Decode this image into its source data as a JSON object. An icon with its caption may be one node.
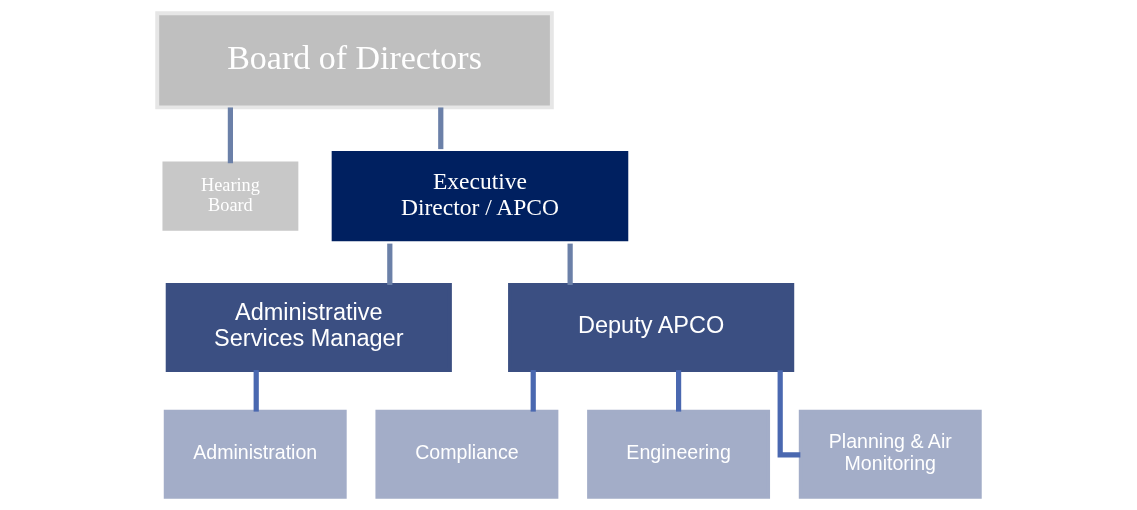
{
  "diagram": {
    "nodes": [
      {
        "text": [
          "Board of Directors"
        ]
      },
      {
        "text": [
          "Hearing Board"
        ]
      },
      {
        "text": [
          "Executive Director / APCO"
        ]
      },
      {
        "text": [
          "Administrative Services Manager"
        ]
      },
      {
        "text": [
          "Deputy APCO"
        ]
      },
      {
        "text": [
          "Administration"
        ]
      },
      {
        "text": [
          "Compliance"
        ]
      },
      {
        "text": [
          "Engineering"
        ]
      },
      {
        "text": [
          "Planning & Air Monitoring"
        ]
      }
    ],
    "edges": [
      {
        "from": 0,
        "to": 2,
        "arrow": "none"
      },
      {
        "from": 0,
        "to": 1,
        "arrow": "none"
      },
      {
        "from": 2,
        "to": 3,
        "arrow": "none"
      },
      {
        "from": 2,
        "to": 4,
        "arrow": "none"
      },
      {
        "from": 3,
        "to": 5,
        "arrow": "none",
        "color": "#4a68b0"
      },
      {
        "from": 4,
        "to": 6,
        "arrow": "none",
        "color": "#4a68b0"
      },
      {
        "from": 4,
        "to": 7,
        "arrow": "none",
        "color": "#4a68b0"
      },
      {
        "from": 4,
        "to": 8,
        "arrow": "none",
        "color": "#4a68b0"
      }
    ]
  }
}
